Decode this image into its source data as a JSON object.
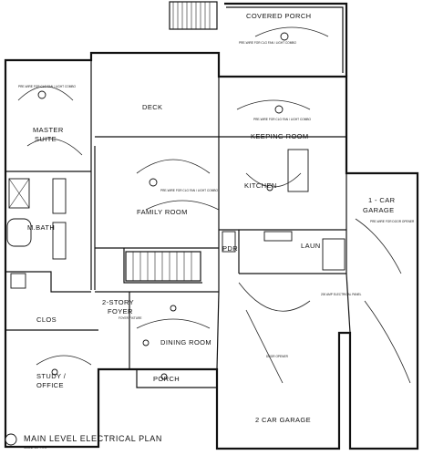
{
  "title": "MAIN LEVEL ELECTRICAL PLAN",
  "scale": "SCALE: 1/8\" = 1'-0\"",
  "rooms": {
    "covered_porch": "COVERED PORCH",
    "deck": "DECK",
    "master_suite_1": "MASTER",
    "master_suite_2": "SUITE",
    "keeping_room": "KEEPING ROOM",
    "kitchen": "KITCHEN",
    "family_room": "FAMILY ROOM",
    "one_car_garage_1": "1 - CAR",
    "one_car_garage_2": "GARAGE",
    "m_bath": "M.BATH",
    "laun": "LAUN",
    "pdr": "PDR",
    "clos": "CLOS",
    "two_story_foyer_1": "2-STORY",
    "two_story_foyer_2": "FOYER",
    "dining_room": "DINING ROOM",
    "study_office_1": "STUDY /",
    "study_office_2": "OFFICE",
    "porch": "PORCH",
    "two_car_garage": "2 CAR GARAGE"
  },
  "notes": {
    "porch_fan": "PRE-WIRE FOR CLG FAN / LIGHT COMBO",
    "master_fan": "PRE-WIRE FOR CLG FAN / LIGHT COMBO",
    "keeping_fan": "PRE-WIRE FOR CLG FAN / LIGHT COMBO",
    "family_fan": "PRE-WIRE FOR CLG FAN / LIGHT COMBO",
    "garage_door": "PRE-WIRE FOR DOOR OPENER",
    "panel": "200 AMP ELECTRICAL PANEL",
    "garage_door_2": "DOOR OPENER",
    "foyer_fixture": "FOYER FIXTURE"
  }
}
